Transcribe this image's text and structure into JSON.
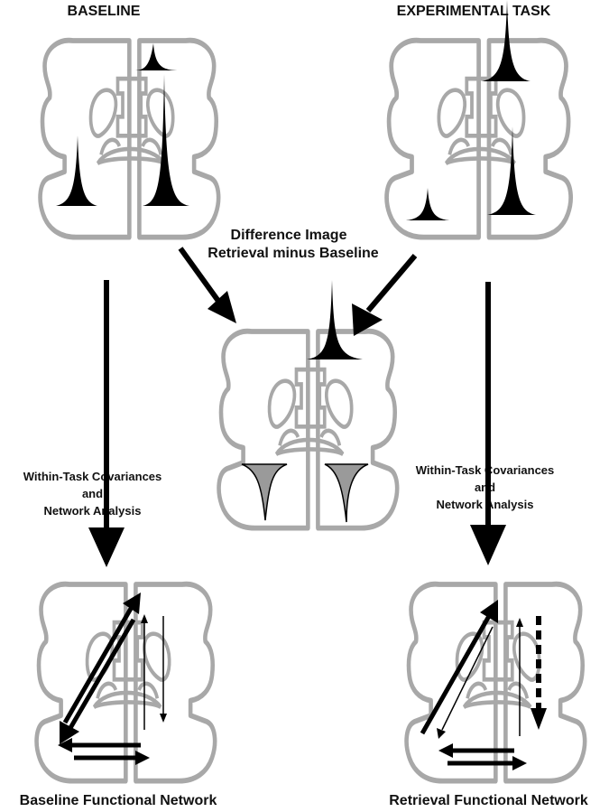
{
  "labels": {
    "baseline": "BASELINE",
    "experimental": "EXPERIMENTAL TASK",
    "difference_line1": "Difference Image",
    "difference_line2": "Retrieval minus Baseline",
    "left_cov_line1": "Within-Task Covariances",
    "left_cov_line2": "and",
    "left_cov_line3": "Network Analysis",
    "right_cov_line1": "Within-Task Covariances",
    "right_cov_line2": "and",
    "right_cov_line3": "Network Analysis",
    "baseline_network": "Baseline Functional Network",
    "retrieval_network": "Retrieval Functional Network"
  },
  "colors": {
    "brain_outline": "#a8a8a8",
    "activation_fill": "#000000",
    "difference_fill": "#9a9a9a"
  }
}
